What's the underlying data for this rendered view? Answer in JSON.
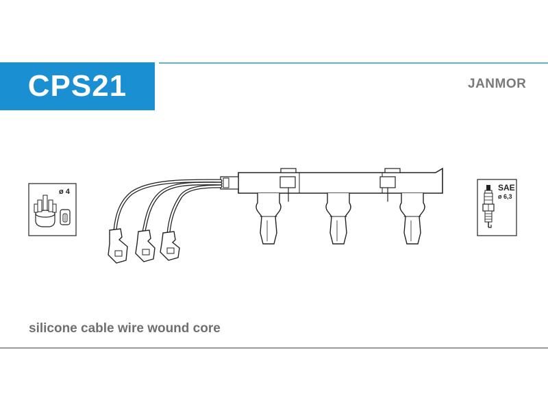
{
  "header": {
    "part_code": "CPS21",
    "brand": "JANMOR",
    "accent_color": "#1a8fd1",
    "rule_color": "#5bb6d6"
  },
  "distributor": {
    "icon": "distributor-cap-icon",
    "label": "ø 4"
  },
  "spark_plug": {
    "icon": "spark-plug-icon",
    "standard_label": "SAE",
    "diameter_label": "ø 6,3"
  },
  "cable_set": {
    "icon": "ignition-cable-set-icon"
  },
  "footer": {
    "description": "silicone cable wire wound core"
  }
}
